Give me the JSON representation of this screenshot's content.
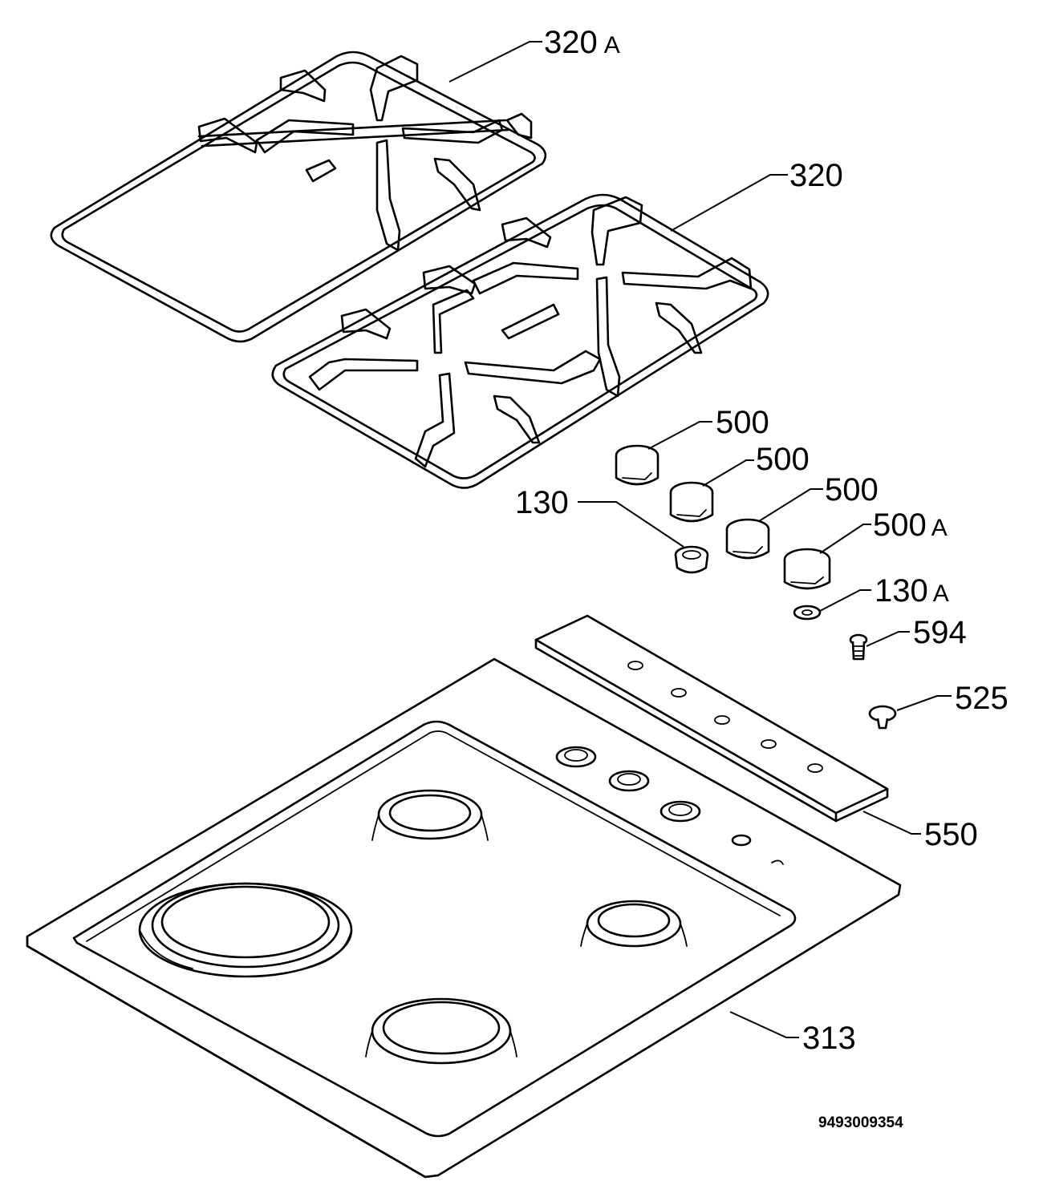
{
  "diagram": {
    "document_code": "9493009354",
    "callouts": [
      {
        "id": "320A",
        "number": "320",
        "suffix": "A"
      },
      {
        "id": "320",
        "number": "320",
        "suffix": ""
      },
      {
        "id": "500-1",
        "number": "500",
        "suffix": ""
      },
      {
        "id": "500-2",
        "number": "500",
        "suffix": ""
      },
      {
        "id": "500-3",
        "number": "500",
        "suffix": ""
      },
      {
        "id": "500A",
        "number": "500",
        "suffix": "A"
      },
      {
        "id": "130",
        "number": "130",
        "suffix": ""
      },
      {
        "id": "130A",
        "number": "130",
        "suffix": "A"
      },
      {
        "id": "594",
        "number": "594",
        "suffix": ""
      },
      {
        "id": "525",
        "number": "525",
        "suffix": ""
      },
      {
        "id": "550",
        "number": "550",
        "suffix": ""
      },
      {
        "id": "313",
        "number": "313",
        "suffix": ""
      }
    ]
  }
}
